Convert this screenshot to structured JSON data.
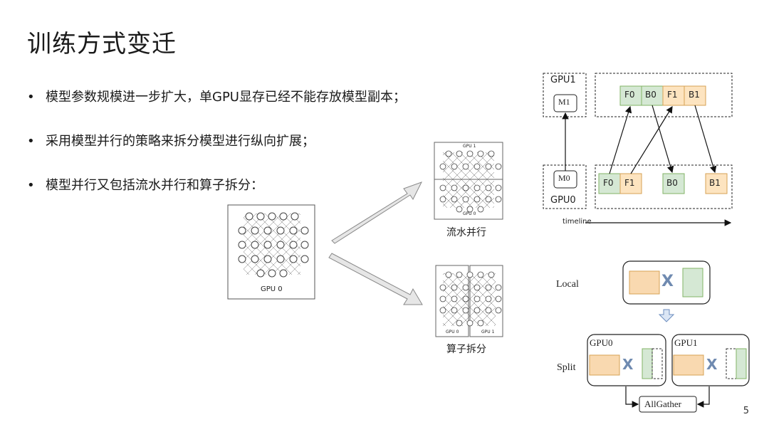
{
  "slide": {
    "title": "训练方式变迁",
    "page_number": "5",
    "bullets": [
      "模型参数规模进一步扩大，单GPU显存已经不能存放模型副本；",
      "采用模型并行的策略来拆分模型进行纵向扩展；",
      "模型并行又包括流水并行和算子拆分："
    ]
  },
  "left_diagram": {
    "single_gpu_label": "GPU 0",
    "pipeline_label": "流水并行",
    "pipeline_top_gpu": "GPU 1",
    "pipeline_bottom_gpu": "GPU 0",
    "op_split_label": "算子拆分",
    "op_left_gpu": "GPU 0",
    "op_right_gpu": "GPU 1"
  },
  "pipeline_diagram": {
    "gpu1_label": "GPU1",
    "gpu0_label": "GPU0",
    "model_top": "M1",
    "model_bottom": "M0",
    "top_blocks": [
      "F0",
      "B0",
      "F1",
      "B1"
    ],
    "bottom_blocks": [
      "F0",
      "F1",
      "B0",
      "B1"
    ],
    "timeline_label": "timeline",
    "forward_color": "#d5e8d4",
    "backward_color": "#fde4c0"
  },
  "split_diagram": {
    "local_label": "Local",
    "split_label": "Split",
    "gpu0_label": "GPU0",
    "gpu1_label": "GPU1",
    "x_symbol": "X",
    "allgather_label": "AllGather",
    "orange_color": "#f9d9b0",
    "green_color": "#d5e8d4"
  }
}
